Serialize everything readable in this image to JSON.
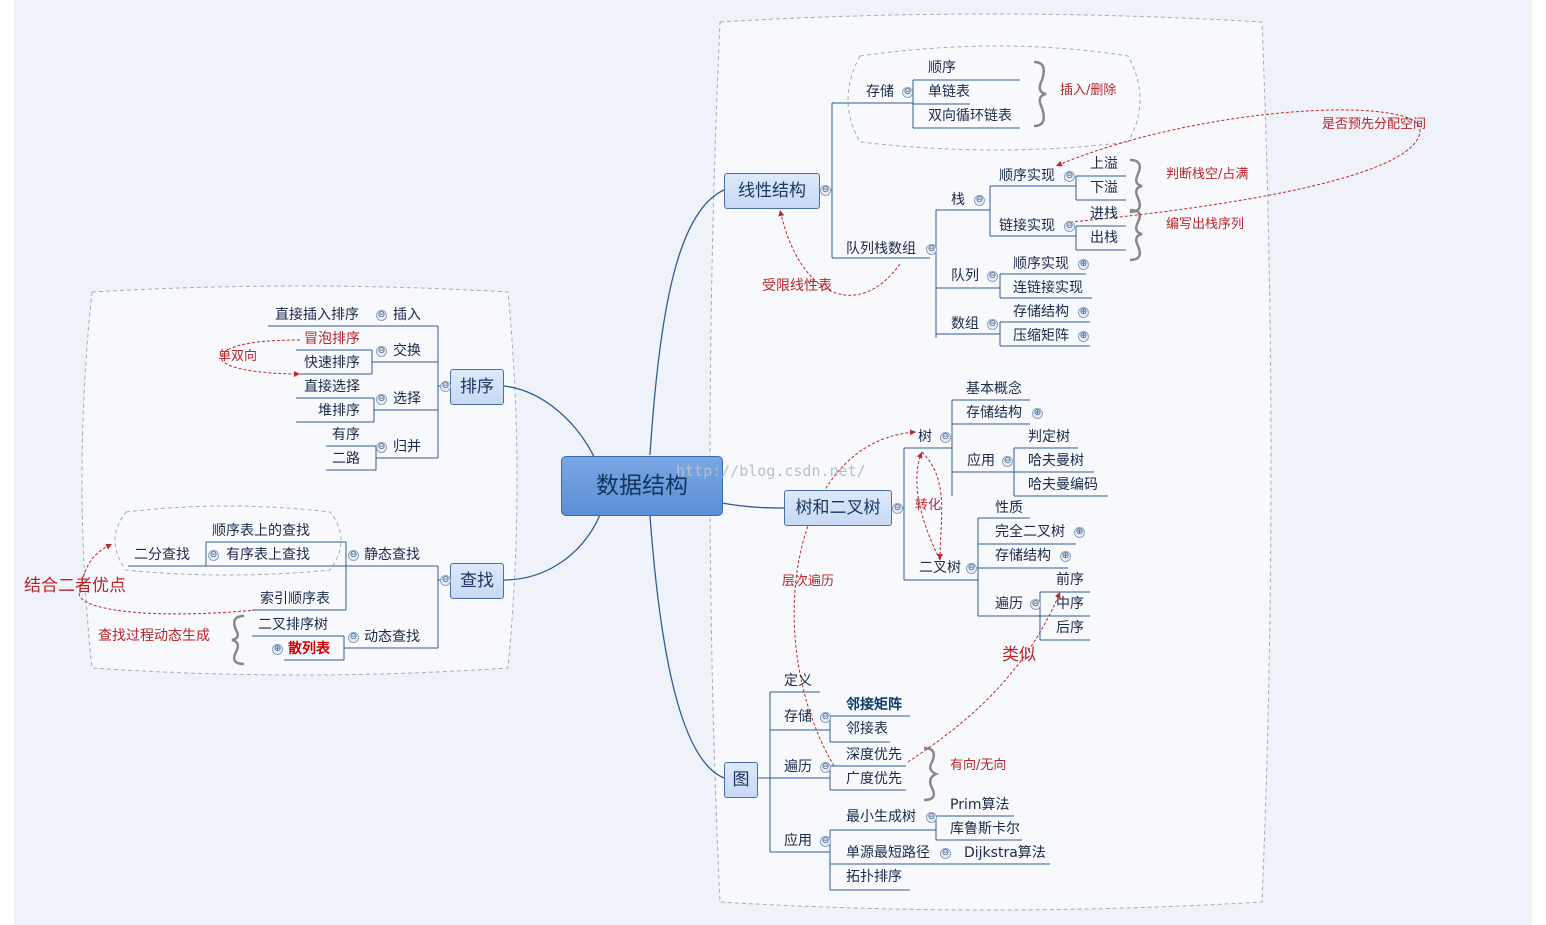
{
  "center": "数据结构",
  "watermark": "http://blog.csdn.net/",
  "linear": {
    "title": "线性结构",
    "storage": "存储",
    "storage_items": [
      "顺序",
      "单链表",
      "双向循环链表"
    ],
    "insert_delete": "插入/删除",
    "preallocate": "是否预先分配空间",
    "queue_stack_array": "队列栈数组",
    "stack": "栈",
    "seq_impl": "顺序实现",
    "link_impl": "链接实现",
    "overflow": "上溢",
    "underflow": "下溢",
    "judge_full": "判断栈空/占满",
    "push": "进栈",
    "pop": "出栈",
    "write_seq": "编写出栈序列",
    "queue": "队列",
    "queue_seq": "顺序实现",
    "queue_link": "连链接实现",
    "array": "数组",
    "array_storage": "存储结构",
    "array_compress": "压缩矩阵",
    "restricted": "受限线性表"
  },
  "tree": {
    "title": "树和二叉树",
    "tree": "树",
    "basic": "基本概念",
    "storage": "存储结构",
    "app": "应用",
    "app_items": [
      "判定树",
      "哈夫曼树",
      "哈夫曼编码"
    ],
    "convert": "转化",
    "binary": "二叉树",
    "props": "性质",
    "complete": "完全二叉树",
    "bstorage": "存储结构",
    "traverse": "遍历",
    "traverse_items": [
      "前序",
      "中序",
      "后序"
    ],
    "similar": "类似",
    "level": "层次遍历"
  },
  "graph": {
    "title": "图",
    "def": "定义",
    "storage": "存储",
    "matrix": "邻接矩阵",
    "adjlist": "邻接表",
    "traverse": "遍历",
    "dfs": "深度优先",
    "bfs": "广度优先",
    "directed": "有向/无向",
    "app": "应用",
    "mst": "最小生成树",
    "prim": "Prim算法",
    "kruskal": "库鲁斯卡尔",
    "sssp": "单源最短路径",
    "dijkstra": "Dijkstra算法",
    "topo": "拓扑排序"
  },
  "sort": {
    "title": "排序",
    "insert": "插入",
    "direct_insert": "直接插入排序",
    "exchange": "交换",
    "bubble": "冒泡排序",
    "quick": "快速排序",
    "bidirectional": "单双向",
    "select": "选择",
    "direct_select": "直接选择",
    "heap": "堆排序",
    "merge": "归并",
    "ordered": "有序",
    "two_way": "二路"
  },
  "search": {
    "title": "查找",
    "static": "静态查找",
    "seq_search": "顺序表上的查找",
    "binary": "二分查找",
    "ordered_search": "有序表上查找",
    "index": "索引顺序表",
    "combine": "结合二者优点",
    "dynamic": "动态查找",
    "bst": "二叉排序树",
    "hash": "散列表",
    "dynamic_gen": "查找过程动态生成"
  },
  "toggles": {
    "collapse": "⊖",
    "expand": "⊕"
  }
}
